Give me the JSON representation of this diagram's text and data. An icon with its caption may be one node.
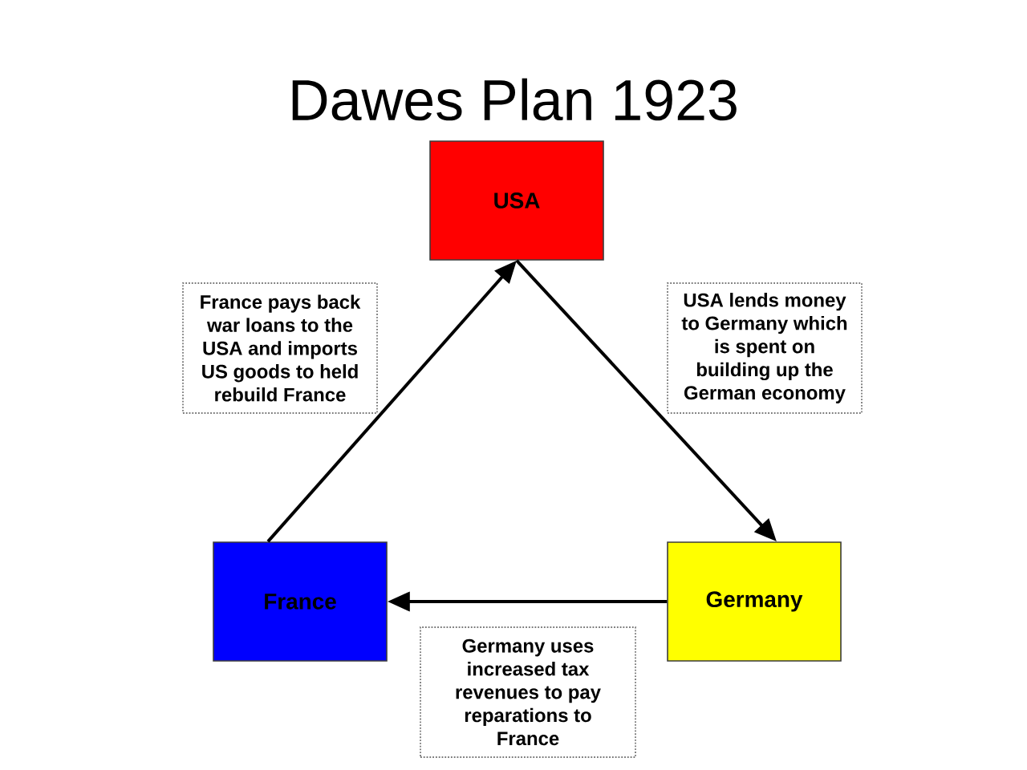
{
  "diagram": {
    "title": "Dawes Plan 1923",
    "nodes": [
      {
        "text": [
          "USA"
        ]
      },
      {
        "text": [
          "France pays back war loans to the USA and imports US goods to held rebuild France"
        ]
      },
      {
        "text": [
          "USA lends money to Germany which is spent on building up the German economy"
        ]
      },
      {
        "text": [
          "France"
        ]
      },
      {
        "text": [
          "Germany"
        ]
      },
      {
        "text": [
          "Germany uses increased tax revenues to pay reparations to France"
        ]
      }
    ],
    "edges": [
      {
        "from": 3,
        "to": 0,
        "arrow": "to"
      },
      {
        "from": 0,
        "to": 4,
        "arrow": "to"
      },
      {
        "from": 4,
        "to": 3,
        "arrow": "to"
      }
    ]
  }
}
